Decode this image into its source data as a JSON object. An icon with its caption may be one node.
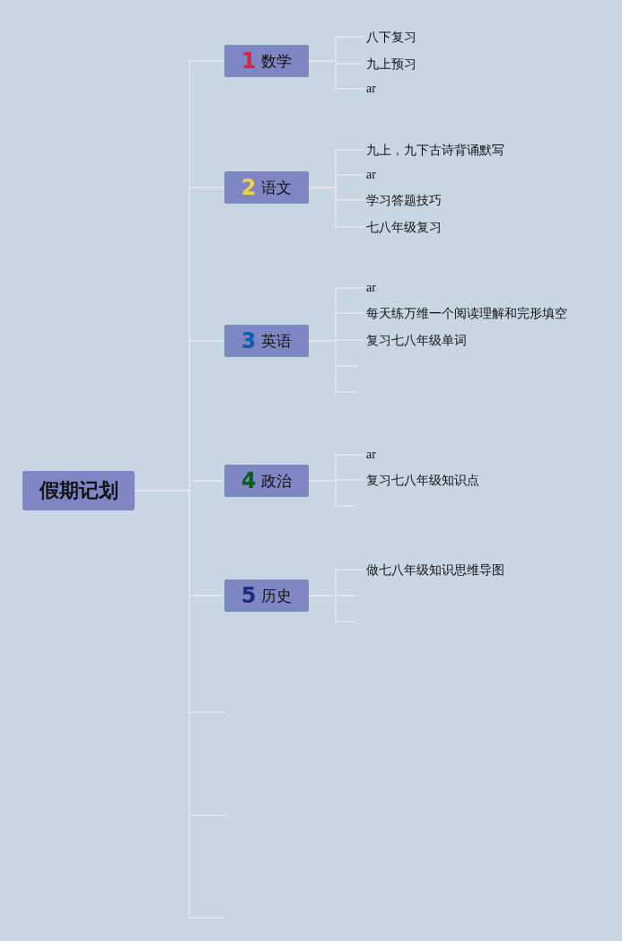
{
  "diagram": {
    "nodes": [
      {
        "text": [
          "假期记划"
        ]
      },
      {
        "text": [
          "1",
          "数学"
        ]
      },
      {
        "text": [
          "2",
          "语文"
        ]
      },
      {
        "text": [
          "3",
          "英语"
        ]
      },
      {
        "text": [
          "4",
          "政治"
        ]
      },
      {
        "text": [
          "5",
          "历史"
        ]
      },
      {
        "text": [
          "八下复习"
        ]
      },
      {
        "text": [
          "九上预习"
        ]
      },
      {
        "text": [
          "ar"
        ]
      },
      {
        "text": [
          "九上，九下古诗背诵默写"
        ]
      },
      {
        "text": [
          "ar"
        ]
      },
      {
        "text": [
          "学习答题技巧"
        ]
      },
      {
        "text": [
          "七八年级复习"
        ]
      },
      {
        "text": [
          "ar"
        ]
      },
      {
        "text": [
          "每天练万维一个阅读理解和完形填空"
        ]
      },
      {
        "text": [
          "复习七八年级单词"
        ]
      },
      {
        "text": [
          "ar"
        ]
      },
      {
        "text": [
          "复习七八年级知识点"
        ]
      },
      {
        "text": [
          "做七八年级知识思维导图"
        ]
      }
    ],
    "edges": [
      {
        "from": 0,
        "to": 1,
        "arrow": "none"
      },
      {
        "from": 0,
        "to": 2,
        "arrow": "none"
      },
      {
        "from": 0,
        "to": 3,
        "arrow": "none"
      },
      {
        "from": 0,
        "to": 4,
        "arrow": "none"
      },
      {
        "from": 0,
        "to": 5,
        "arrow": "none"
      },
      {
        "from": 1,
        "to": 6,
        "arrow": "none"
      },
      {
        "from": 1,
        "to": 7,
        "arrow": "none"
      },
      {
        "from": 1,
        "to": 8,
        "arrow": "none"
      },
      {
        "from": 2,
        "to": 9,
        "arrow": "none"
      },
      {
        "from": 2,
        "to": 10,
        "arrow": "none"
      },
      {
        "from": 2,
        "to": 11,
        "arrow": "none"
      },
      {
        "from": 2,
        "to": 12,
        "arrow": "none"
      },
      {
        "from": 3,
        "to": 13,
        "arrow": "none"
      },
      {
        "from": 3,
        "to": 14,
        "arrow": "none"
      },
      {
        "from": 3,
        "to": 15,
        "arrow": "none"
      },
      {
        "from": 4,
        "to": 16,
        "arrow": "none"
      },
      {
        "from": 4,
        "to": 17,
        "arrow": "none"
      },
      {
        "from": 5,
        "to": 18,
        "arrow": "none"
      }
    ]
  }
}
